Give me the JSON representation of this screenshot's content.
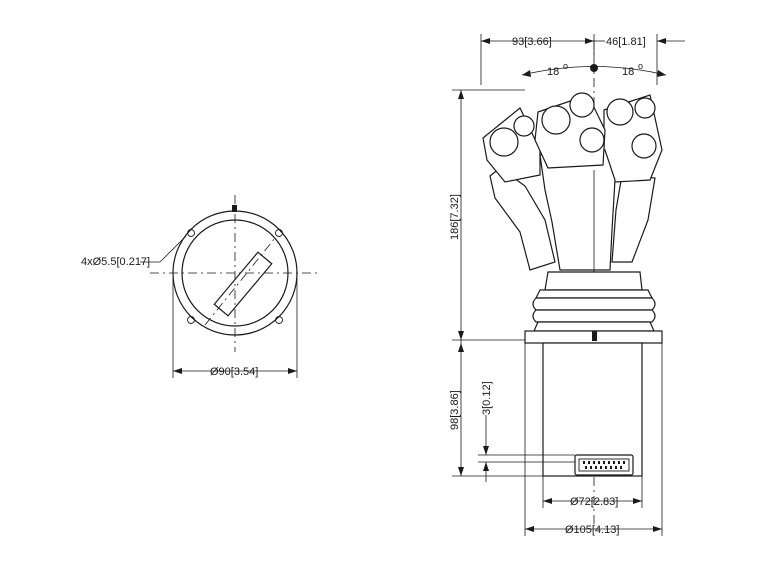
{
  "dimensions": {
    "mount_holes": "4xØ5.5[0.217]",
    "flange_diameter": "Ø90[3.54]",
    "offset_left": "93[3.66]",
    "offset_right": "46[1.81]",
    "tilt_left": "18",
    "tilt_right": "18",
    "degree_symbol": "o",
    "overall_height": "186[7.32]",
    "base_height": "98[3.86]",
    "flange_thickness": "3[0.12]",
    "connector_diameter": "Ø72[2.83]",
    "base_diameter": "Ø105[4.13]"
  }
}
